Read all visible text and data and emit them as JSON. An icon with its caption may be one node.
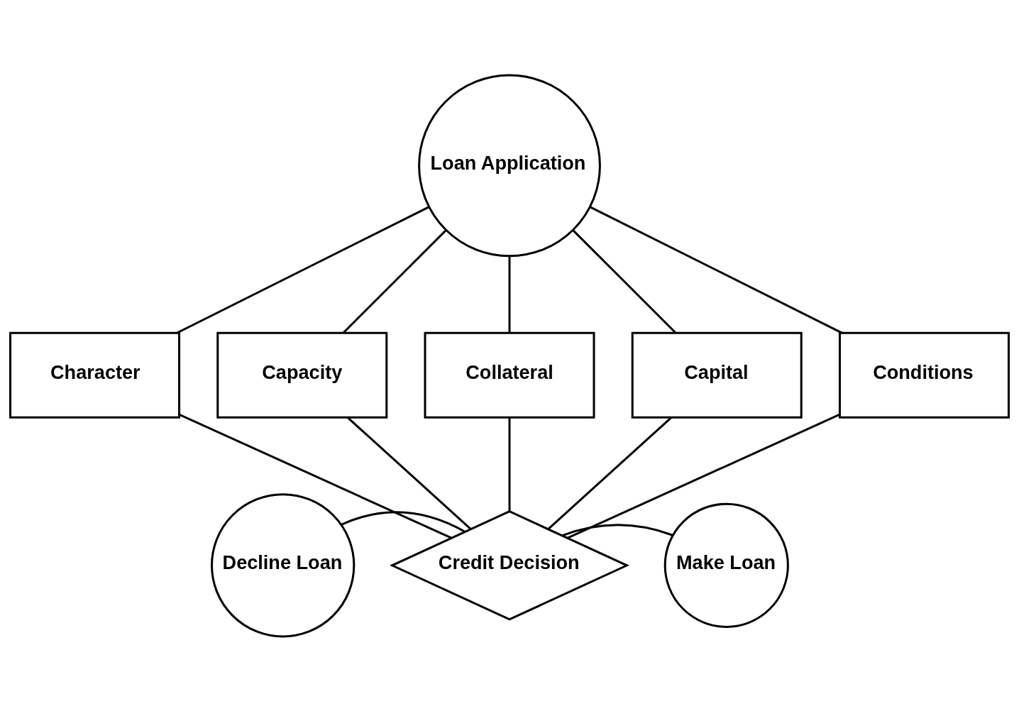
{
  "diagram": {
    "nodes": [
      {
        "text": [
          "Loan Application"
        ]
      },
      {
        "text": [
          "Character"
        ]
      },
      {
        "text": [
          "Capacity"
        ]
      },
      {
        "text": [
          "Collateral"
        ]
      },
      {
        "text": [
          "Capital"
        ]
      },
      {
        "text": [
          "Conditions"
        ]
      },
      {
        "text": [
          "Credit Decision"
        ]
      },
      {
        "text": [
          "Decline Loan"
        ]
      },
      {
        "text": [
          "Make Loan"
        ]
      }
    ],
    "edges": [
      {
        "from": 0,
        "to": 1,
        "arrow": "none"
      },
      {
        "from": 0,
        "to": 2,
        "arrow": "none"
      },
      {
        "from": 0,
        "to": 3,
        "arrow": "none"
      },
      {
        "from": 0,
        "to": 4,
        "arrow": "none"
      },
      {
        "from": 0,
        "to": 5,
        "arrow": "none"
      },
      {
        "from": 1,
        "to": 6,
        "arrow": "none"
      },
      {
        "from": 2,
        "to": 6,
        "arrow": "none"
      },
      {
        "from": 3,
        "to": 6,
        "arrow": "none"
      },
      {
        "from": 4,
        "to": 6,
        "arrow": "none"
      },
      {
        "from": 5,
        "to": 6,
        "arrow": "none"
      },
      {
        "from": 6,
        "to": 7,
        "arrow": "none"
      },
      {
        "from": 6,
        "to": 8,
        "arrow": "none"
      }
    ]
  }
}
